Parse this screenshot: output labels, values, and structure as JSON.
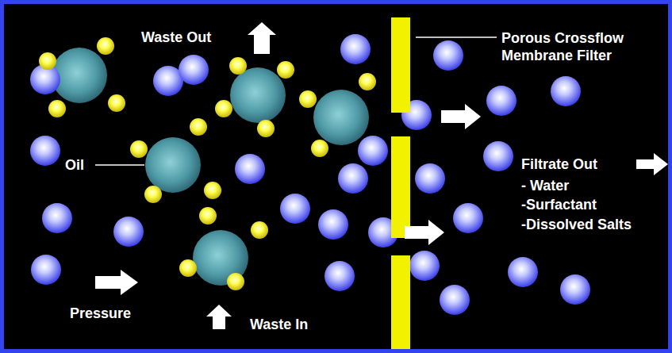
{
  "diagram": {
    "labels": [
      "Waste Out",
      "Porous Crossflow Membrane Filter",
      "Oil",
      "Filtrate Out",
      "- Water",
      "-Surfactant",
      "-Dissolved Salts",
      "Pressure",
      "Waste In"
    ]
  }
}
